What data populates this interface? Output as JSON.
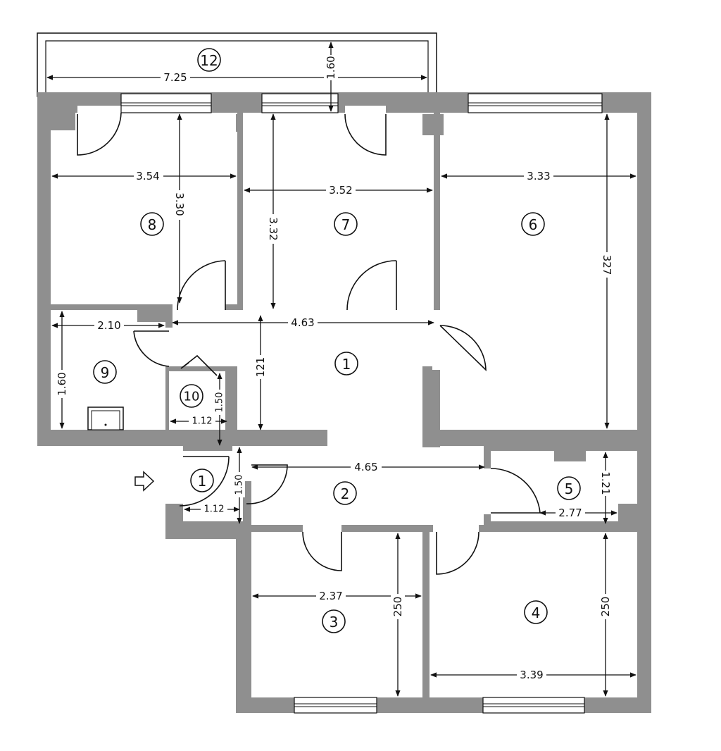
{
  "colors": {
    "wall": "#8f8f8f",
    "line": "#111111",
    "background": "#ffffff"
  },
  "rooms": [
    {
      "id": "12"
    },
    {
      "id": "8"
    },
    {
      "id": "7"
    },
    {
      "id": "6"
    },
    {
      "id": "1"
    },
    {
      "id": "9"
    },
    {
      "id": "10"
    },
    {
      "id": "1"
    },
    {
      "id": "2"
    },
    {
      "id": "5"
    },
    {
      "id": "3"
    },
    {
      "id": "4"
    }
  ],
  "dimensions": {
    "balcony_width": "7.25",
    "balcony_depth": "1.60",
    "room8_width": "3.54",
    "room8_depth": "3.30",
    "room7_width": "3.52",
    "room7_depth": "3.32",
    "room6_width": "3.33",
    "room6_depth": "327",
    "room9_width": "2.10",
    "room9_depth": "1.60",
    "hall_width": "4.63",
    "hall_depth": "121",
    "room10_width": "1.12",
    "room10_depth": "1.50",
    "room2_width": "4.65",
    "entry_width": "1.12",
    "entry_depth": "1.50",
    "room5_width": "2.77",
    "room5_depth": "1.21",
    "room3_width": "2.37",
    "room3_depth": "250",
    "room4_width": "3.39",
    "room4_depth": "250"
  },
  "entrance_icon": "arrow-right-outline-icon"
}
